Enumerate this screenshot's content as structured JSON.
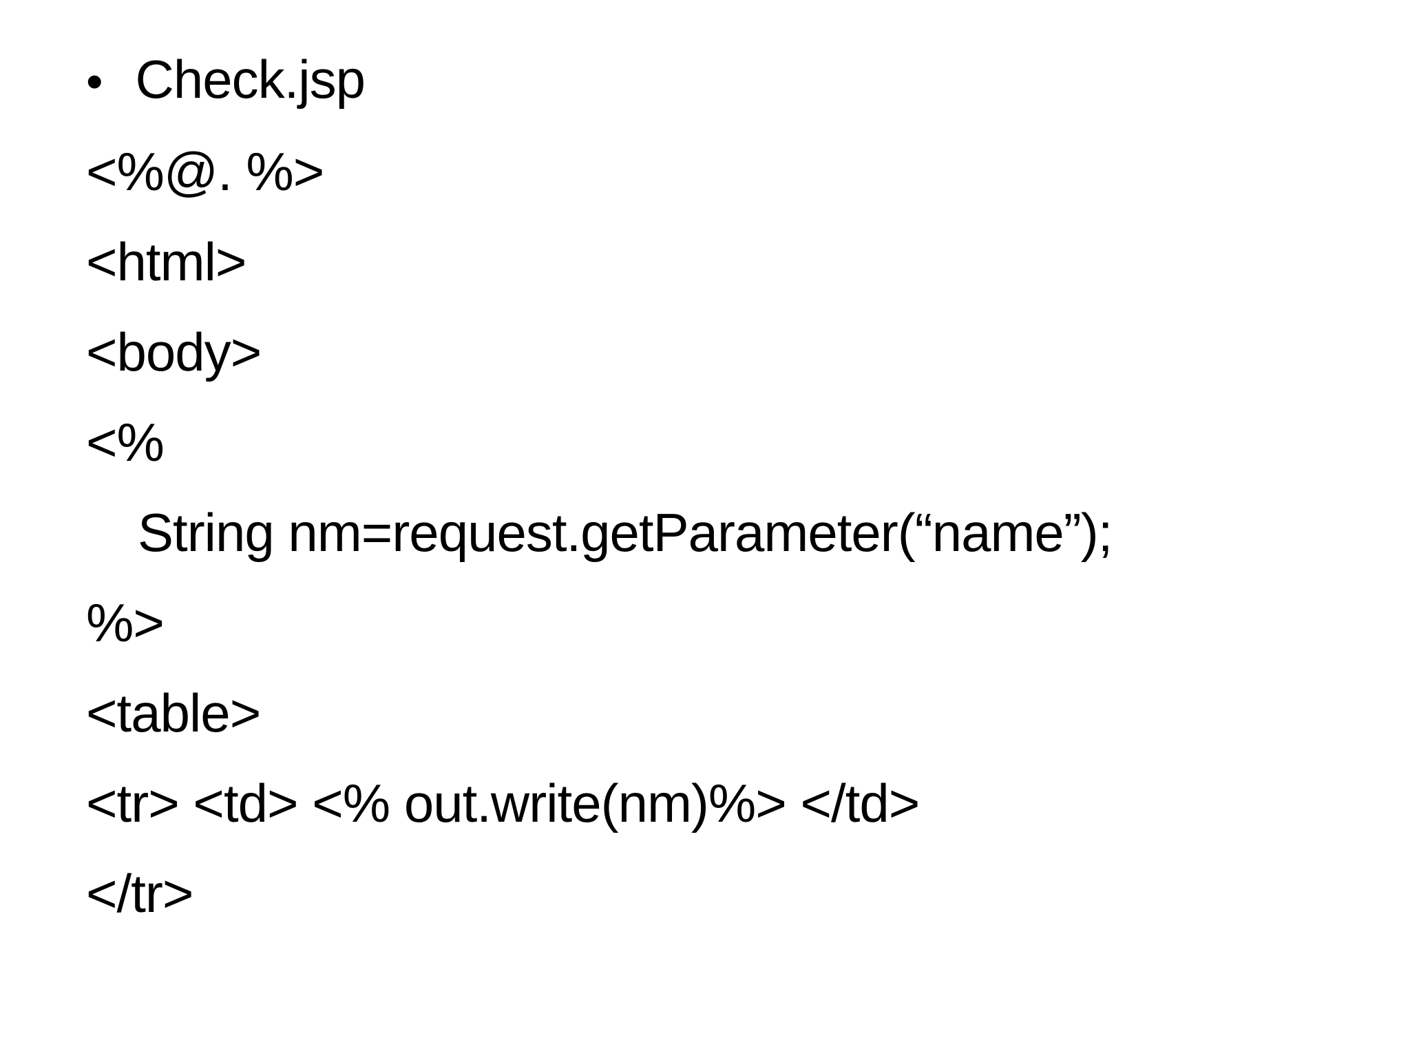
{
  "colors": {
    "background": "#ffffff",
    "text": "#000000"
  },
  "slide": {
    "bullet_glyph": "•",
    "lines": [
      {
        "text": "Check.jsp"
      },
      {
        "text": "<%@. %>"
      },
      {
        "text": "<html>"
      },
      {
        "text": "<body>"
      },
      {
        "text": "<%"
      },
      {
        "text": "String nm=request.getParameter(“name”);"
      },
      {
        "text": "%>"
      },
      {
        "text": "<table>"
      },
      {
        "text": "<tr> <td> <% out.write(nm)%> </td>"
      },
      {
        "text": "</tr>"
      }
    ]
  }
}
